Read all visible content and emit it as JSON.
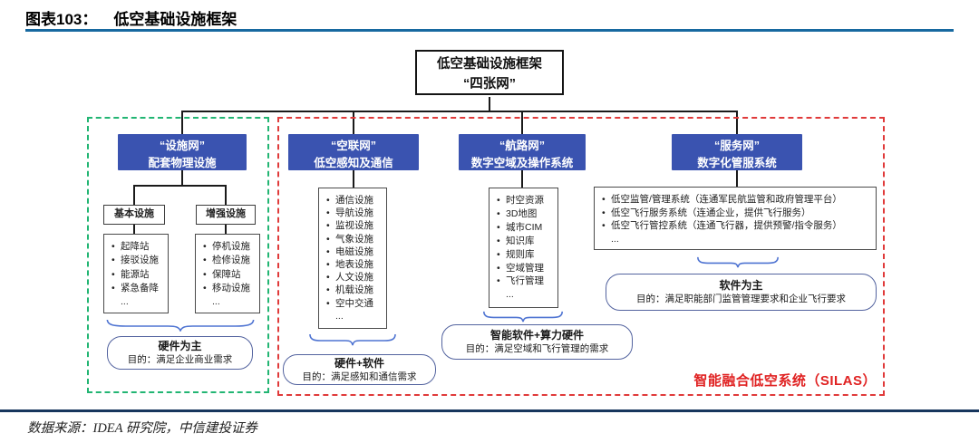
{
  "title": {
    "label": "图表103：",
    "text": "低空基础设施框架"
  },
  "root_box": {
    "line1": "低空基础设施框架",
    "line2": "“四张网”"
  },
  "groups": [
    {
      "name": "“设施网”",
      "subtitle": "配套物理设施",
      "sub_groups": [
        {
          "title": "基本设施",
          "items": [
            "起降站",
            "接驳设施",
            "能源站",
            "紧急备降",
            "..."
          ]
        },
        {
          "title": "增强设施",
          "items": [
            "停机设施",
            "检修设施",
            "保障站",
            "移动设施",
            "..."
          ]
        }
      ],
      "summary": {
        "title": "硬件为主",
        "goal": "目的：满足企业商业需求"
      }
    },
    {
      "name": "“空联网”",
      "subtitle": "低空感知及通信",
      "items": [
        "通信设施",
        "导航设施",
        "监视设施",
        "气象设施",
        "电磁设施",
        "地表设施",
        "人文设施",
        "机载设施",
        "空中交通",
        "..."
      ],
      "summary": {
        "title": "硬件+软件",
        "goal": "目的：满足感知和通信需求"
      }
    },
    {
      "name": "“航路网”",
      "subtitle": "数字空域及操作系统",
      "items": [
        "时空资源",
        "3D地图",
        "城市CIM",
        "知识库",
        "规则库",
        "空域管理",
        "飞行管理",
        "..."
      ],
      "summary": {
        "title": "智能软件+算力硬件",
        "goal": "目的：满足空域和飞行管理的需求"
      }
    },
    {
      "name": "“服务网”",
      "subtitle": "数字化管服系统",
      "items": [
        "低空监管/管理系统（连通军民航监管和政府管理平台）",
        "低空飞行服务系统（连通企业，提供飞行服务）",
        "低空飞行管控系统（连通飞行器，提供预警/指令服务）",
        "..."
      ],
      "summary": {
        "title": "软件为主",
        "goal": "目的：满足职能部门监管管理要求和企业飞行要求"
      }
    }
  ],
  "silas_label": "智能融合低空系统（SILAS）",
  "footer": {
    "source": "数据来源：IDEA 研究院，中信建投证券"
  },
  "colors": {
    "accent_blue": "#3a53b0",
    "title_rule_blue": "#1769a0",
    "footer_rule_navy": "#17365d",
    "green_outline": "#22b573",
    "red_outline": "#e03a3a",
    "silas_red": "#e02222",
    "brace_blue": "#4f74d2"
  }
}
